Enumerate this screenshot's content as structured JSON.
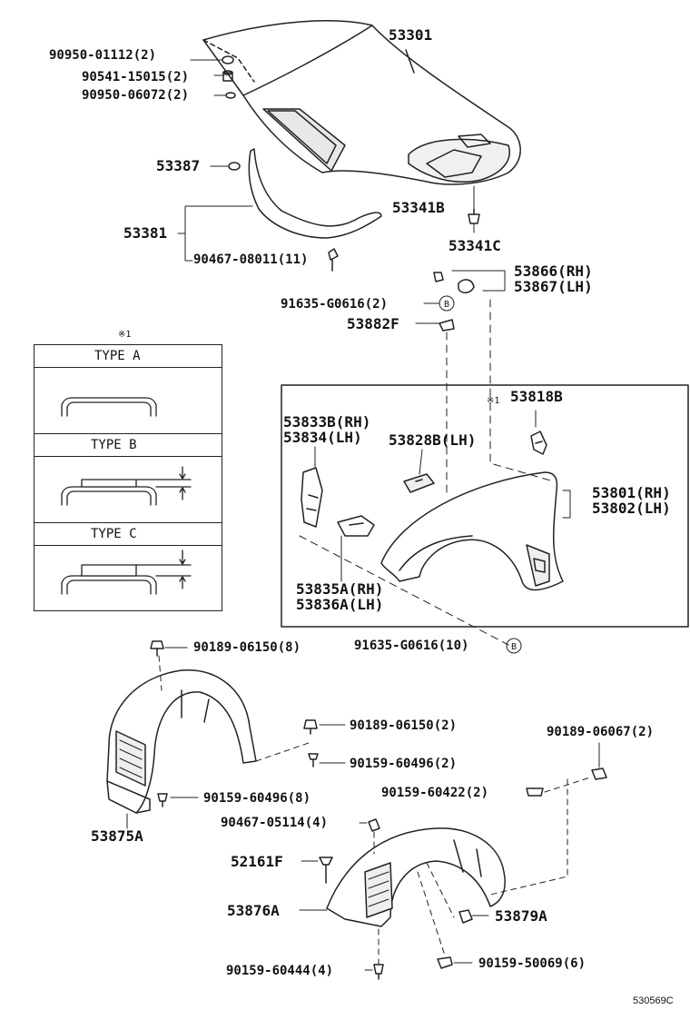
{
  "diagram": {
    "reference_code": "530569C",
    "inset": {
      "note_symbol": "※1",
      "types": [
        "TYPE  A",
        "TYPE  B",
        "TYPE  C"
      ]
    },
    "fender_note": "※1",
    "labels": {
      "p53301": "53301",
      "p90950_01112": "90950-01112(2)",
      "p90541_15015": "90541-15015(2)",
      "p90950_06072": "90950-06072(2)",
      "p53387": "53387",
      "p53381": "53381",
      "p90467_08011": "90467-08011(11)",
      "p53341B": "53341B",
      "p53341C": "53341C",
      "p53866": "53866(RH)",
      "p53867": "53867(LH)",
      "p91635_G0616_2": "91635-G0616(2)",
      "p53882F": "53882F",
      "p53818B": "53818B",
      "p53833B": "53833B(RH)",
      "p53834": "53834(LH)",
      "p53828B": "53828B(LH)",
      "p53801": "53801(RH)",
      "p53802": "53802(LH)",
      "p53835A": "53835A(RH)",
      "p53836A": "53836A(LH)",
      "p91635_G0616_10": "91635-G0616(10)",
      "p90189_06150_8": "90189-06150(8)",
      "p90189_06150_2": "90189-06150(2)",
      "p90159_60496_2": "90159-60496(2)",
      "p90159_60496_8": "90159-60496(8)",
      "p53875A": "53875A",
      "p90189_06067": "90189-06067(2)",
      "p90159_60422": "90159-60422(2)",
      "p90467_05114": "90467-05114(4)",
      "p52161F": "52161F",
      "p53876A": "53876A",
      "p53879A": "53879A",
      "p90159_60444": "90159-60444(4)",
      "p90159_50069": "90159-50069(6)",
      "circle_b": "B"
    }
  }
}
